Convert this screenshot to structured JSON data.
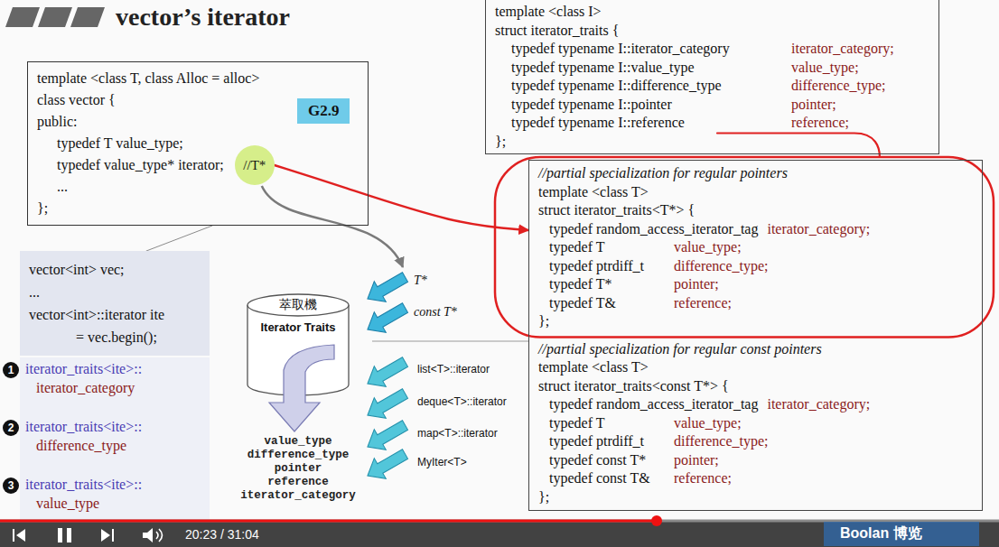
{
  "diagram": {
    "title": "vector’s iterator",
    "nodes": [
      {
        "text": [
          "template <class T, class Alloc = alloc>",
          "class vector {",
          "public:",
          "typedef T value_type;",
          "typedef value_type* iterator;",
          "...",
          "};"
        ]
      },
      {
        "text": [
          "G2.9"
        ],
        "in": 0
      },
      {
        "text": [
          "//T*"
        ],
        "in": 0
      },
      {
        "text": [
          "template <class I>",
          "struct iterator_traits {",
          "typedef typename I::iterator_category",
          "iterator_category;",
          "typedef typename I::value_type",
          "value_type;",
          "typedef typename I::difference_type",
          "difference_type;",
          "typedef typename I::pointer",
          "pointer;",
          "typedef typename I::reference",
          "reference;",
          "};"
        ]
      },
      {
        "text": [
          "//partial specialization for regular pointers",
          "template <class T>",
          "struct iterator_traits<T*> {",
          "typedef random_access_iterator_tag",
          "iterator_category;",
          "typedef T",
          "value_type;",
          "typedef ptrdiff_t",
          "difference_type;",
          "typedef T*",
          "pointer;",
          "typedef T&",
          "reference;",
          "};",
          "//partial specialization for regular const pointers",
          "template <class T>",
          "struct iterator_traits<const T*> {",
          "typedef random_access_iterator_tag",
          "iterator_category;",
          "typedef T",
          "value_type;",
          "typedef ptrdiff_t",
          "difference_type;",
          "typedef const T*",
          "pointer;",
          "typedef const T&",
          "reference;",
          "};"
        ]
      },
      {
        "text": [
          "vector<int> vec;",
          "...",
          "vector<int>::iterator ite",
          "= vec.begin();"
        ]
      },
      {
        "text": [
          "萃取機",
          "Iterator Traits"
        ]
      }
    ],
    "edges": [
      {
        "from": 2,
        "to": 4,
        "arrow": "to"
      },
      {
        "from": 5,
        "to": 0,
        "arrow": "none"
      }
    ],
    "labels": [
      "1",
      "iterator_traits<ite>::",
      "iterator_category",
      "2",
      "iterator_traits<ite>::",
      "difference_type",
      "3",
      "iterator_traits<ite>::",
      "value_type",
      "T*",
      "const T*",
      "list<T>::iterator",
      "deque<T>::iterator",
      "map<T>::iterator",
      "MyIter<T>",
      "value_type",
      "difference_type",
      "pointer",
      "reference",
      "iterator_category",
      "20:23 / 31:04",
      "Boolan 博览"
    ]
  }
}
